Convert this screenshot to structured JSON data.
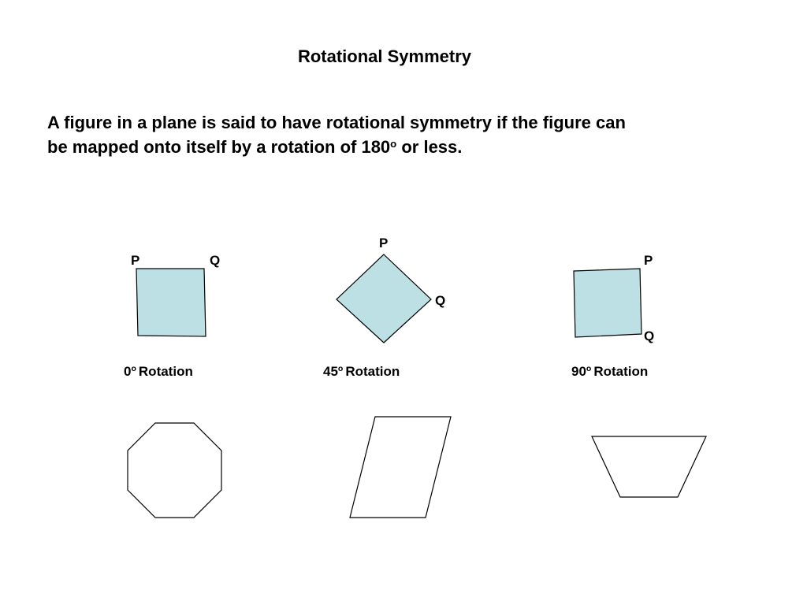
{
  "slide": {
    "title": "Rotational Symmetry",
    "definition": {
      "line1": "A figure in a plane is said to have rotational symmetry if the figure can",
      "line2_pre": "be mapped onto itself by a rotation of 180",
      "line2_sup": "o",
      "line2_post": " or less."
    },
    "figures": [
      {
        "caption_value": "0",
        "caption_sup": "o",
        "caption_word": "Rotation",
        "label_p": "P",
        "label_q": "Q"
      },
      {
        "caption_value": "45",
        "caption_sup": "o",
        "caption_word": "Rotation",
        "label_p": "P",
        "label_q": "Q"
      },
      {
        "caption_value": "90",
        "caption_sup": "o",
        "caption_word": "Rotation",
        "label_p": "P",
        "label_q": "Q"
      }
    ],
    "colors": {
      "square_fill": "#bde0e4",
      "stroke": "#000000"
    }
  }
}
